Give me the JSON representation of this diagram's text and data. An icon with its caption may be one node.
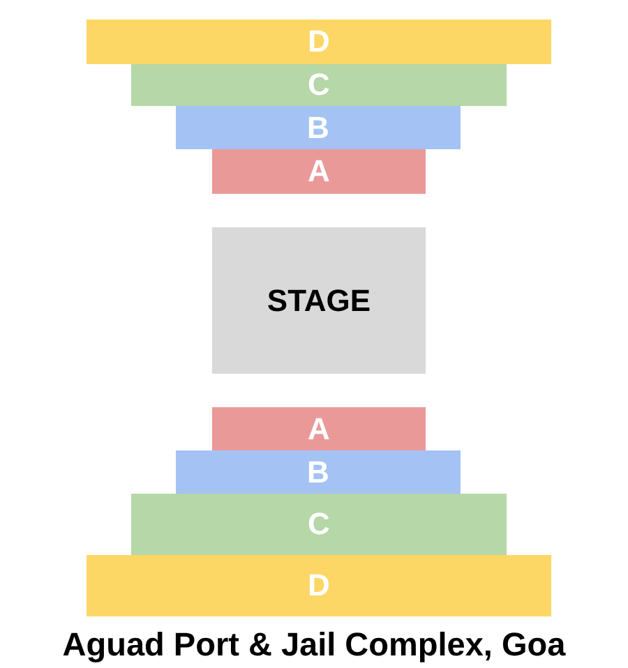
{
  "diagram": {
    "title": "Aguad Port & Jail Complex, Goa",
    "nodes": [
      {
        "text": [
          "D"
        ]
      },
      {
        "text": [
          "C"
        ]
      },
      {
        "text": [
          "B"
        ]
      },
      {
        "text": [
          "A"
        ]
      },
      {
        "text": [
          "STAGE"
        ]
      },
      {
        "text": [
          "A"
        ]
      },
      {
        "text": [
          "B"
        ]
      },
      {
        "text": [
          "C"
        ]
      },
      {
        "text": [
          "D"
        ]
      }
    ]
  }
}
